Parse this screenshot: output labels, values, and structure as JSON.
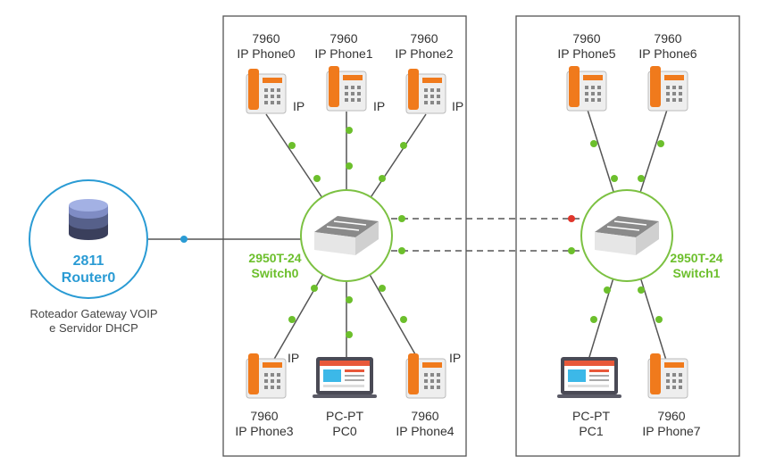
{
  "colors": {
    "link": "#555555",
    "dot_green": "#6cbf2c",
    "dot_red": "#e0362c",
    "dot_blue": "#2a9bd4",
    "switch_ring": "#7cc142",
    "router_ring": "#2a9bd4",
    "phone_orange": "#f07a1c",
    "box_border": "#555555"
  },
  "router": {
    "model": "2811",
    "name": "Router0",
    "description_line1": "Roteador Gateway VOIP",
    "description_line2": "e Servidor DHCP"
  },
  "switch0": {
    "model": "2950T-24",
    "name": "Switch0"
  },
  "switch1": {
    "model": "2950T-24",
    "name": "Switch1"
  },
  "phones": [
    {
      "model": "7960",
      "name": "IP Phone0",
      "badge": "IP"
    },
    {
      "model": "7960",
      "name": "IP Phone1",
      "badge": "IP"
    },
    {
      "model": "7960",
      "name": "IP Phone2",
      "badge": "IP"
    },
    {
      "model": "7960",
      "name": "IP Phone3",
      "badge": "IP"
    },
    {
      "model": "7960",
      "name": "IP Phone4",
      "badge": "IP"
    },
    {
      "model": "7960",
      "name": "IP Phone5"
    },
    {
      "model": "7960",
      "name": "IP Phone6"
    },
    {
      "model": "7960",
      "name": "IP Phone7"
    }
  ],
  "pcs": [
    {
      "model": "PC-PT",
      "name": "PC0"
    },
    {
      "model": "PC-PT",
      "name": "PC1"
    }
  ]
}
